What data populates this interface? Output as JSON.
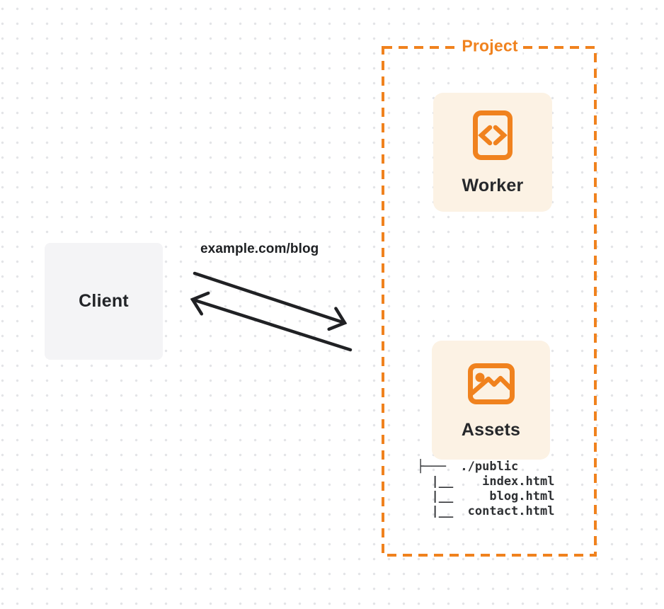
{
  "diagram_title": "Project",
  "colors": {
    "accent_orange": "#f0821e",
    "card_background": "#fcf2e4",
    "client_background": "#f4f4f6",
    "arrow_black": "#202124",
    "text_dark": "#26282b",
    "dot_grid": "#e3e4e7"
  },
  "client": {
    "label": "Client"
  },
  "request": {
    "label": "example.com/blog",
    "request_arrow_icon": "arrow-right-down-icon",
    "response_arrow_icon": "arrow-left-up-icon"
  },
  "project": {
    "label": "Project",
    "worker": {
      "label": "Worker",
      "icon": "code-file-icon"
    },
    "assets": {
      "label": "Assets",
      "icon": "image-icon"
    },
    "file_tree": {
      "lines": [
        "├───  ./public",
        "  |__    index.html",
        "  |__     blog.html",
        "  |__  contact.html"
      ]
    }
  }
}
